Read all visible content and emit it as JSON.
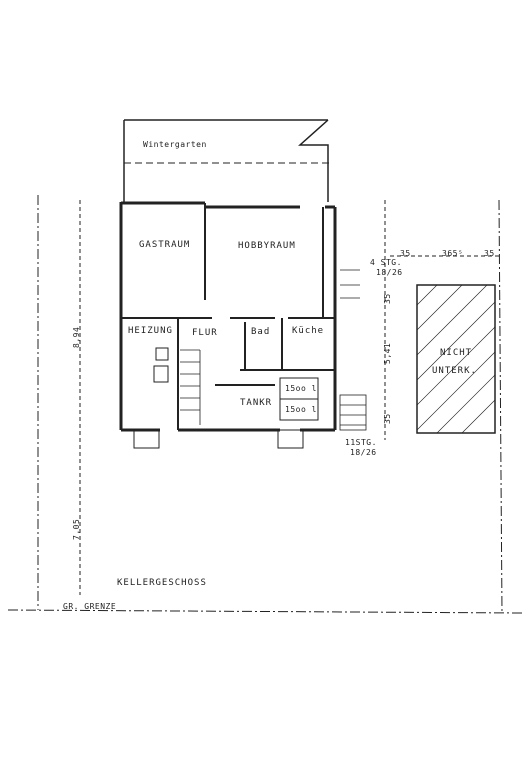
{
  "labels": {
    "wintergarten": "Wintergarten",
    "gastraum": "GASTRAUM",
    "hobbyraum": "HOBBYRAUM",
    "heizung": "HEIZUNG",
    "flur": "FLUR",
    "bad": "Bad",
    "kueche": "Küche",
    "tankr": "TANKR",
    "tank1": "15oo l",
    "tank2": "15oo l",
    "nicht": "NICHT",
    "unterk": "UNTERK.",
    "stair4": "4 STG.",
    "stair4_ratio": "18/26",
    "stair11": "11STG.",
    "stair11_ratio": "18/26",
    "kellergeschoss": "KELLERGESCHOSS",
    "grenze": "GR. GRENZE"
  },
  "dimensions": {
    "d894": "8,94",
    "d705": "7,05",
    "d35a": "35",
    "d3655": "365⁵",
    "d35b": "35",
    "d35c": "35",
    "d541": "5,41",
    "d35d": "35"
  },
  "colors": {
    "line": "#222222",
    "paper": "#ffffff"
  }
}
